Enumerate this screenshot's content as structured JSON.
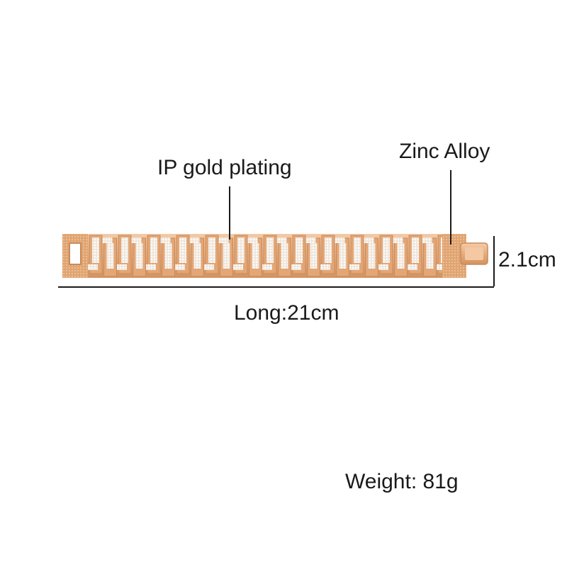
{
  "annotations": {
    "material_plating": "IP gold plating",
    "material_base": "Zinc Alloy",
    "width": "2.1cm",
    "length": "Long:21cm",
    "weight": "Weight: 81g"
  },
  "colors": {
    "gold": "#e6ad7d",
    "gold_dark": "#c98a5a",
    "gold_light": "#f6d3b2",
    "stone": "#f4f1ec",
    "line": "#1a1a1a"
  }
}
